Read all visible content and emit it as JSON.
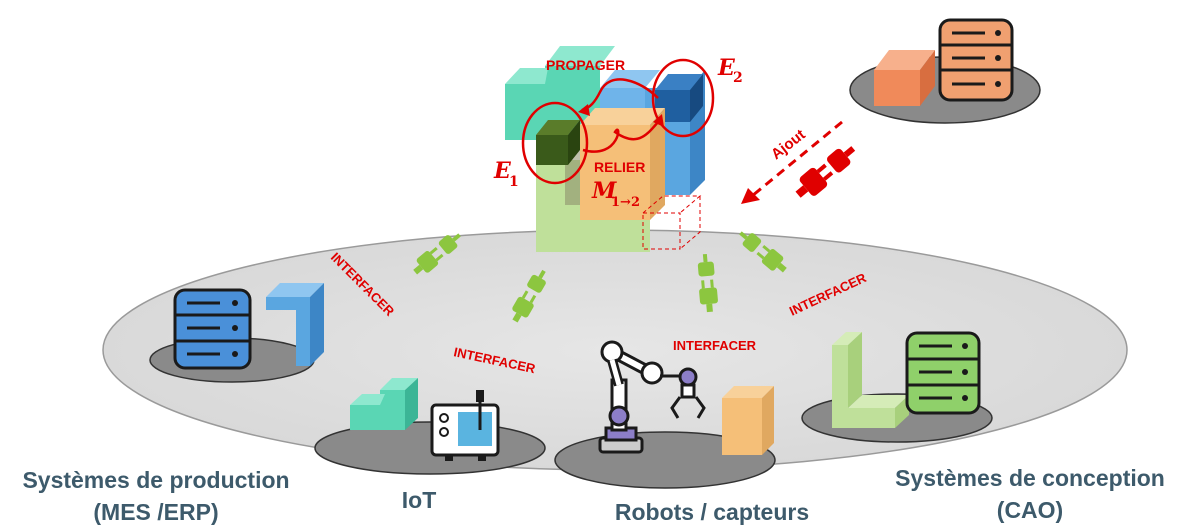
{
  "labels": {
    "propager": "PROPAGER",
    "relier": "RELIER",
    "ajout": "Ajout",
    "interfacer": "INTERFACER",
    "e1": "E",
    "e1_sub": "1",
    "e2": "E",
    "e2_sub": "2",
    "m": "M",
    "m_sub": "1→2"
  },
  "systems": {
    "production_line1": "Systèmes de production",
    "production_line2": "(MES /ERP)",
    "iot": "IoT",
    "robots": "Robots / capteurs",
    "conception_line1": "Systèmes de conception",
    "conception_line2": "(CAO)"
  },
  "colors": {
    "red": "#e00000",
    "green_plug": "#8cc63f",
    "teal": "#5ad6b4",
    "blue": "#5aa6e0",
    "orange": "#f5bf78",
    "light_green": "#bfe09a",
    "dark_green": "#3a5a1a",
    "db_blue": "#4a90d9",
    "db_green": "#8fd06a",
    "db_orange": "#f0a070"
  }
}
